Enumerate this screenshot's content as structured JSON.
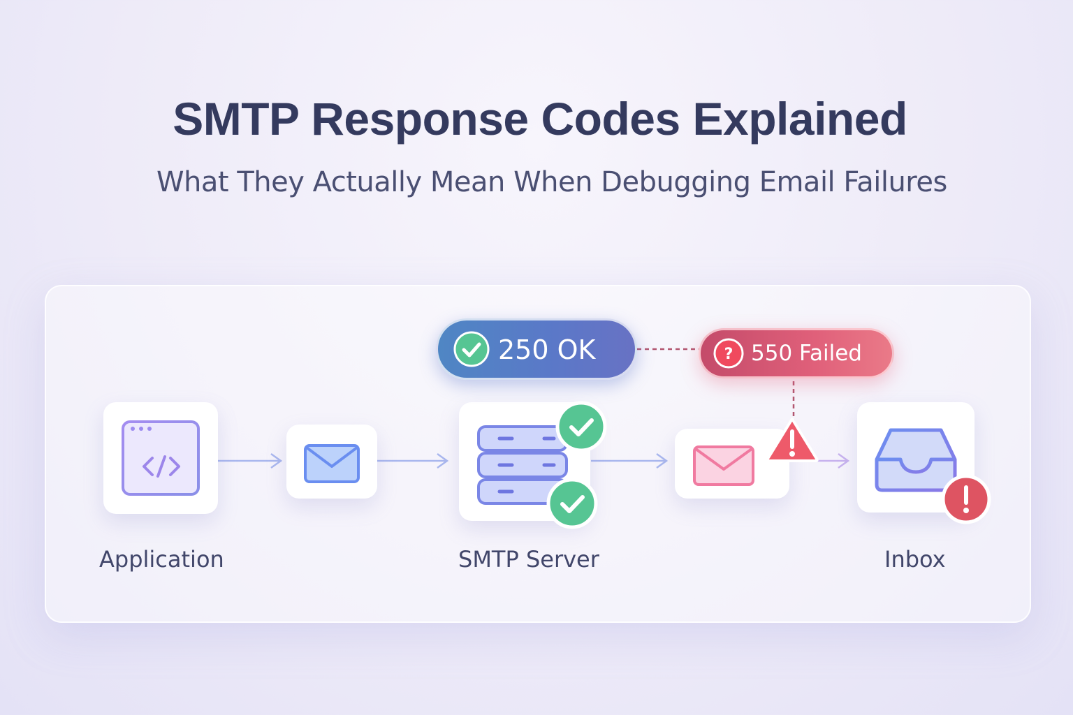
{
  "title": "SMTP Response Codes Explained",
  "subtitle": "What They Actually Mean When Debugging Email Failures",
  "nodes": {
    "application": {
      "label": "Application",
      "icon": "code-window-icon"
    },
    "email_out": {
      "icon": "envelope-icon"
    },
    "smtp_server": {
      "label": "SMTP Server",
      "icon": "server-stack-icon"
    },
    "email_failed": {
      "icon": "envelope-icon"
    },
    "inbox": {
      "label": "Inbox",
      "icon": "inbox-tray-icon"
    }
  },
  "status": {
    "ok": {
      "code_text": "250 OK",
      "icon": "check-circle-icon",
      "color": "#5b7cc8"
    },
    "failed": {
      "code_text": "550 Failed",
      "icon": "question-circle-icon",
      "color": "#e0607a"
    }
  },
  "colors": {
    "success": "#56c593",
    "danger": "#e25566",
    "warning": "#ee5a6a",
    "accent_purple": "#9b86e8",
    "accent_blue": "#6a8ef0",
    "accent_pink": "#f07aa0"
  }
}
